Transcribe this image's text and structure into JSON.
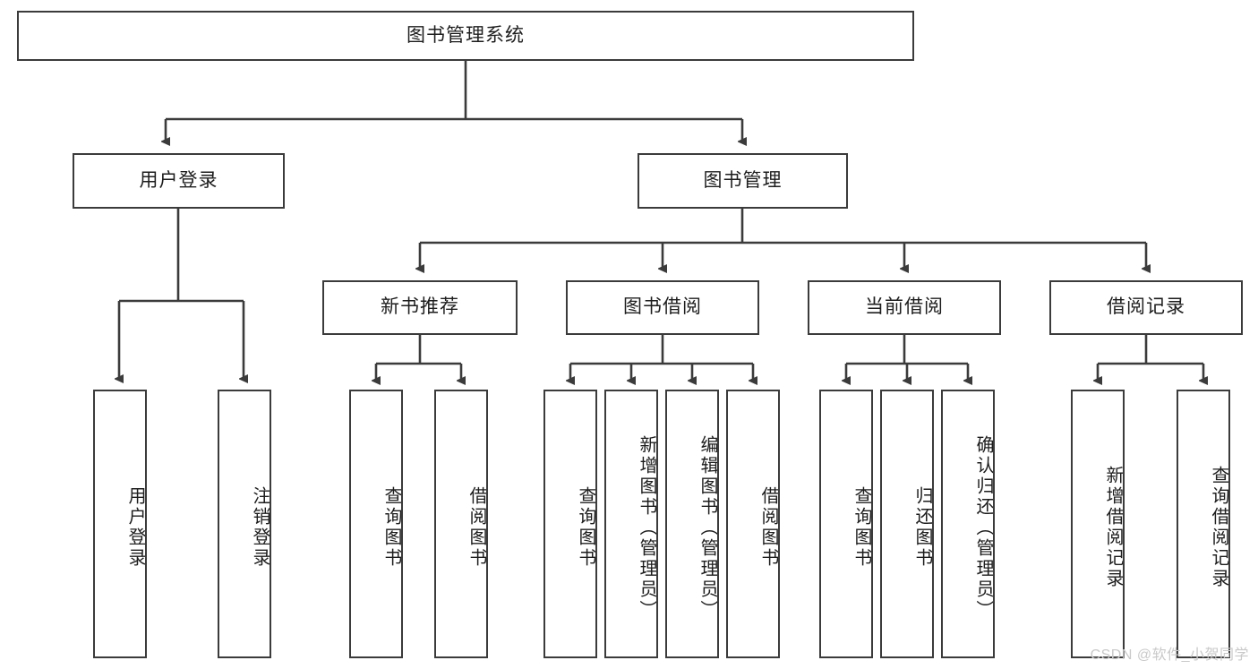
{
  "diagram": {
    "title": "图书管理系统",
    "type": "tree",
    "orientation": "top-down",
    "line_color": "#3b3b3b",
    "box_fill": "#ffffff",
    "text_color": "#1d1d1d",
    "watermark": "CSDN @软件_小贺同学",
    "nodes": {
      "root": {
        "label": "图书管理系统"
      },
      "level1": [
        {
          "id": "user-login",
          "label": "用户登录"
        },
        {
          "id": "book-manage",
          "label": "图书管理"
        }
      ],
      "level2": [
        {
          "id": "new-book-rec",
          "label": "新书推荐",
          "parent": "book-manage"
        },
        {
          "id": "book-borrow",
          "label": "图书借阅",
          "parent": "book-manage"
        },
        {
          "id": "current-borrow",
          "label": "当前借阅",
          "parent": "book-manage"
        },
        {
          "id": "borrow-record",
          "label": "借阅记录",
          "parent": "book-manage"
        }
      ],
      "leaves": {
        "user-login": [
          {
            "id": "leaf-user-login",
            "label": "用户登录"
          },
          {
            "id": "leaf-user-logout",
            "label": "注销登录"
          }
        ],
        "new-book-rec": [
          {
            "id": "leaf-query-book-1",
            "label": "查询图书"
          },
          {
            "id": "leaf-borrow-book-1",
            "label": "借阅图书"
          }
        ],
        "book-borrow": [
          {
            "id": "leaf-query-book-2",
            "label": "查询图书"
          },
          {
            "id": "leaf-add-book",
            "label": "新增图书（管理员）"
          },
          {
            "id": "leaf-edit-book",
            "label": "编辑图书（管理员）"
          },
          {
            "id": "leaf-borrow-book-2",
            "label": "借阅图书"
          }
        ],
        "current-borrow": [
          {
            "id": "leaf-query-book-3",
            "label": "查询图书"
          },
          {
            "id": "leaf-return-book",
            "label": "归还图书"
          },
          {
            "id": "leaf-confirm-return",
            "label": "确认归还（管理员）"
          }
        ],
        "borrow-record": [
          {
            "id": "leaf-add-record",
            "label": "新增借阅记录"
          },
          {
            "id": "leaf-query-record",
            "label": "查询借阅记录"
          }
        ]
      }
    }
  }
}
